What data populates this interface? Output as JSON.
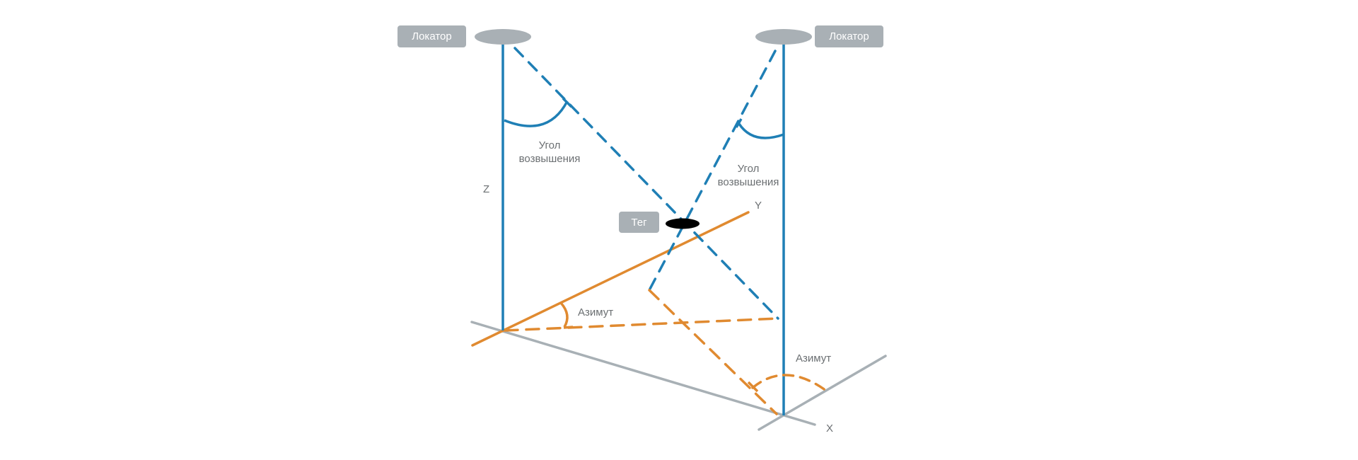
{
  "diagram": {
    "title": "Angle of arrival / elevation & azimuth positioning",
    "locators": [
      {
        "label": "Локатор"
      },
      {
        "label": "Локатор"
      }
    ],
    "tag": {
      "label": "Тег"
    },
    "angle_labels": {
      "elevation_left": [
        "Угол",
        "возвышения"
      ],
      "elevation_right": [
        "Угол",
        "возвышения"
      ],
      "azimuth_left": "Азимут",
      "azimuth_right": "Азимут"
    },
    "axes": {
      "x": "X",
      "y": "Y",
      "z": "Z"
    },
    "colors": {
      "vertical": "#1f7fb5",
      "ray": "#1f7fb5",
      "azimuth": "#e08a30",
      "ground": "#a8b0b5",
      "pill": "#a9b0b5",
      "tag": "#000000"
    }
  }
}
